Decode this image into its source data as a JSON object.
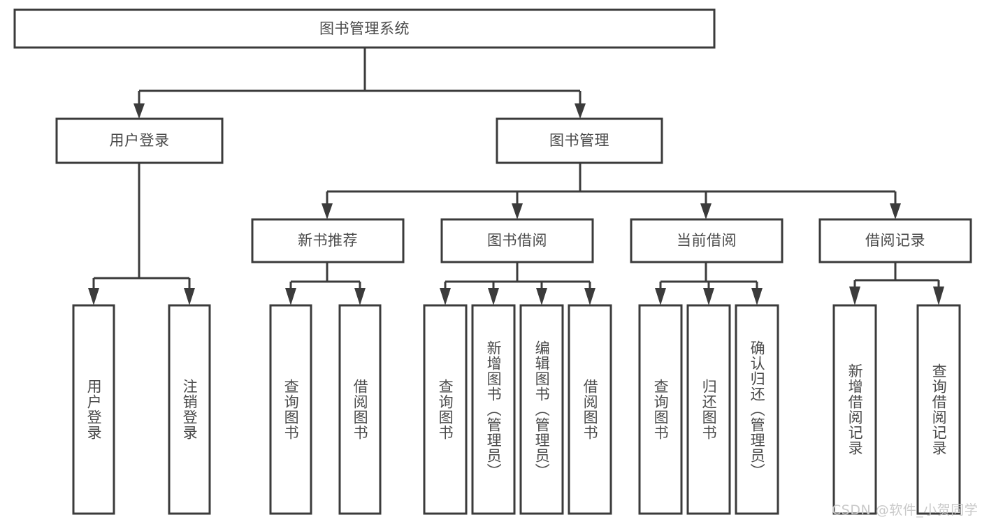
{
  "diagram": {
    "type": "hierarchy-tree",
    "title": "图书管理系统",
    "watermark": "CSDN @软件_小贺同学",
    "colors": {
      "stroke": "#3b3b3b",
      "box_fill": "#ffffff",
      "text": "#4a4a4a",
      "watermark": "#c9c9c9",
      "background": "#ffffff"
    },
    "levels": {
      "root": {
        "label": "图书管理系统"
      },
      "level2": [
        {
          "label": "用户登录"
        },
        {
          "label": "图书管理"
        }
      ],
      "level3": [
        {
          "label": "新书推荐"
        },
        {
          "label": "图书借阅"
        },
        {
          "label": "当前借阅"
        },
        {
          "label": "借阅记录"
        }
      ],
      "leaves": [
        {
          "label": "用户登录",
          "parent": "用户登录"
        },
        {
          "label": "注销登录",
          "parent": "用户登录"
        },
        {
          "label": "查询图书",
          "parent": "新书推荐"
        },
        {
          "label": "借阅图书",
          "parent": "新书推荐"
        },
        {
          "label": "查询图书",
          "parent": "图书借阅"
        },
        {
          "label": "新增图书（管理员）",
          "parent": "图书借阅"
        },
        {
          "label": "编辑图书（管理员）",
          "parent": "图书借阅"
        },
        {
          "label": "借阅图书",
          "parent": "图书借阅"
        },
        {
          "label": "查询图书",
          "parent": "当前借阅"
        },
        {
          "label": "归还图书",
          "parent": "当前借阅"
        },
        {
          "label": "确认归还（管理员）",
          "parent": "当前借阅"
        },
        {
          "label": "新增借阅记录",
          "parent": "借阅记录"
        },
        {
          "label": "查询借阅记录",
          "parent": "借阅记录"
        }
      ]
    }
  }
}
